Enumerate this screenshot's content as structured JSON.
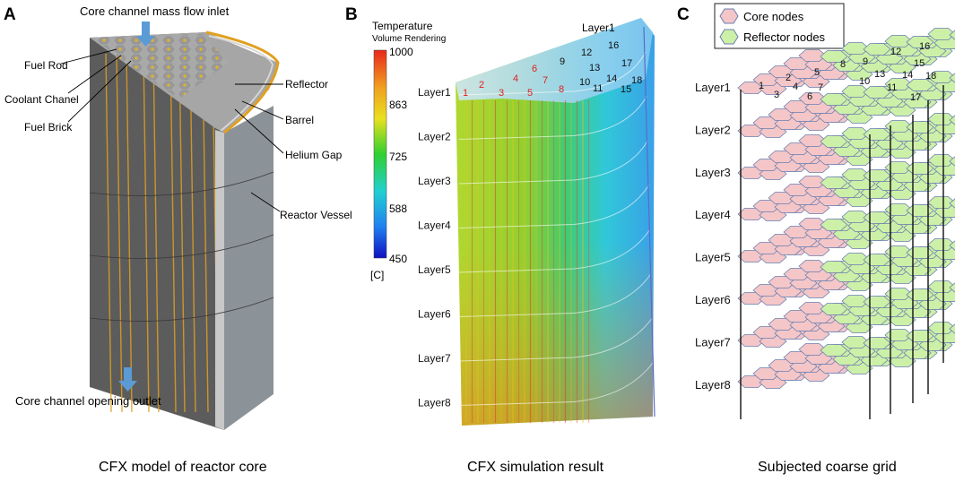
{
  "panel_a": {
    "letter": "A",
    "inlet": "Core channel mass flow inlet",
    "outlet": "Core channel opening outlet",
    "fuel_rod": "Fuel Rod",
    "coolant_chanel": "Coolant Chanel",
    "fuel_brick": "Fuel Brick",
    "reflector": "Reflector",
    "barrel": "Barrel",
    "helium_gap": "Helium Gap",
    "reactor_vessel": "Reactor Vessel",
    "caption": "CFX model of reactor core"
  },
  "panel_b": {
    "letter": "B",
    "colorbar_title": "Temperature",
    "colorbar_subtitle": "Volume Rendering",
    "colorbar_ticks": [
      "1000",
      "863",
      "725",
      "588",
      "450"
    ],
    "colorbar_unit": "[C]",
    "layers": [
      "Layer1",
      "Layer2",
      "Layer3",
      "Layer4",
      "Layer5",
      "Layer6",
      "Layer7",
      "Layer8"
    ],
    "top_layer_label": "Layer1",
    "core_node_numbers": [
      "1",
      "2",
      "3",
      "4",
      "5",
      "6",
      "7",
      "8"
    ],
    "reflector_node_numbers": [
      "9",
      "10",
      "11",
      "12",
      "13",
      "14",
      "15",
      "16",
      "17",
      "18"
    ],
    "caption": "CFX simulation result"
  },
  "panel_c": {
    "letter": "C",
    "legend_core": "Core nodes",
    "legend_reflector": "Reflector nodes",
    "layers": [
      "Layer1",
      "Layer2",
      "Layer3",
      "Layer4",
      "Layer5",
      "Layer6",
      "Layer7",
      "Layer8"
    ],
    "core_node_numbers": [
      "1",
      "2",
      "3",
      "4",
      "5",
      "6",
      "7",
      "8"
    ],
    "reflector_node_numbers": [
      "9",
      "10",
      "11",
      "12",
      "13",
      "14",
      "15",
      "16",
      "17",
      "18"
    ],
    "caption": "Subjected coarse grid"
  },
  "colors": {
    "core_node": "#f4c6c8",
    "reflector_node": "#cdf0a8",
    "grid_edge": "#6a7fb0",
    "arrow": "#5b9bd5",
    "fuel_stripe": "#e0a020",
    "core_label": "#e02020"
  }
}
